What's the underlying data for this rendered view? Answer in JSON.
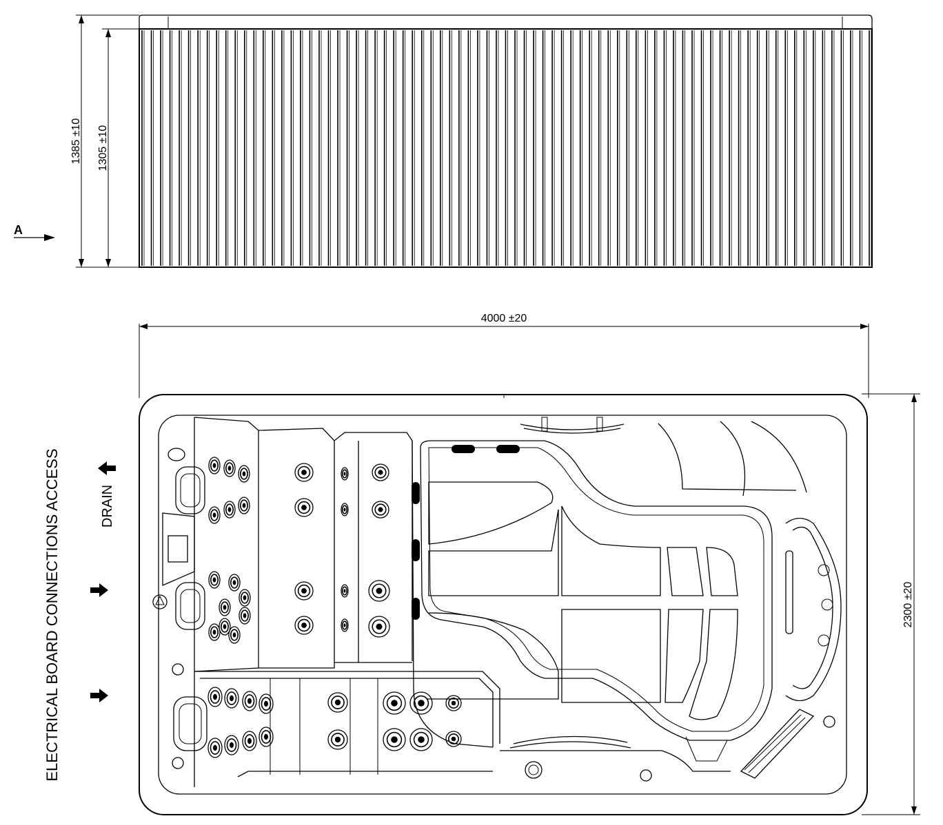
{
  "side_view": {
    "dim_outer_height": "1385 ±10",
    "dim_inner_height": "1305 ±10",
    "view_marker": "A",
    "panel_slat_count": 78
  },
  "plan_view": {
    "dim_length": "4000 ±20",
    "dim_width": "2300 ±20",
    "label_drain": "DRAIN",
    "label_electrical": "ELECTRICAL BOARD CONNECTIONS ACCESS"
  },
  "colors": {
    "line": "#000000",
    "background": "#ffffff"
  }
}
